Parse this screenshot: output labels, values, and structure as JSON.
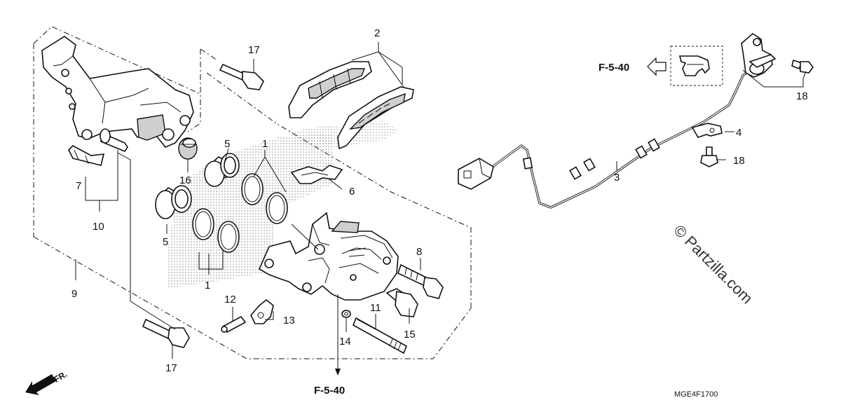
{
  "callouts": {
    "p1a": "1",
    "p1b": "1",
    "p2": "2",
    "p3": "3",
    "p4": "4",
    "p5a": "5",
    "p5b": "5",
    "p6": "6",
    "p7": "7",
    "p8": "8",
    "p9": "9",
    "p10": "10",
    "p11": "11",
    "p12": "12",
    "p13": "13",
    "p14": "14",
    "p15": "15",
    "p16": "16",
    "p17a": "17",
    "p17b": "17",
    "p18a": "18",
    "p18b": "18"
  },
  "references": {
    "top": "F-5-40",
    "bottom": "F-5-40"
  },
  "front_marker": "FR.",
  "diagram_code": "MGE4F1700",
  "watermark": "© Partzilla.com",
  "colors": {
    "ink": "#111111",
    "shade": "#cfcfcf",
    "paper": "#ffffff"
  },
  "icons": [
    "left-arrow-icon",
    "front-arrow-icon"
  ]
}
